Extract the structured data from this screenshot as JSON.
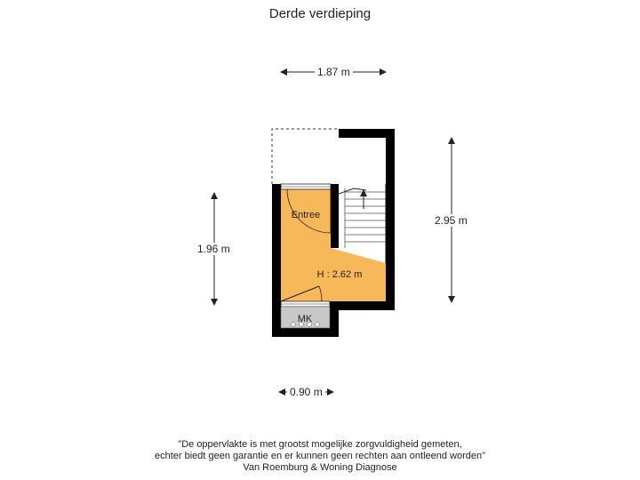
{
  "title": "Derde verdieping",
  "dimensions": {
    "top_width": "1.87 m",
    "bottom_width": "0.90 m",
    "left_height": "1.96 m",
    "right_height": "2.95 m"
  },
  "rooms": {
    "entree": "Entree",
    "height": "H : 2.62 m",
    "mk": "MK"
  },
  "colors": {
    "room_fill": "#f7b85a",
    "wall": "#000000",
    "mk_fill": "#c8c8c8"
  },
  "disclaimer": {
    "line1": "\"De oppervlakte is met grootst mogelijke zorgvuldigheid gemeten,",
    "line2": "echter biedt geen garantie en er kunnen geen rechten aan ontleend worden\"",
    "line3": "Van Roemburg & Woning Diagnose"
  }
}
